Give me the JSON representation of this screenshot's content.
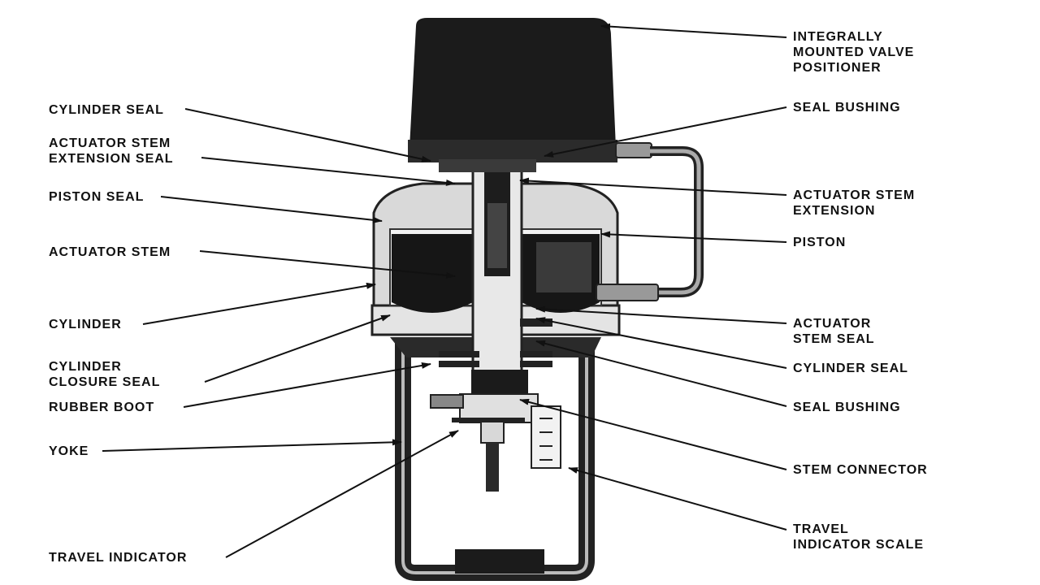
{
  "colors": {
    "ink": "#111111",
    "body": "#1b1b1b",
    "background": "#ffffff"
  },
  "labels": {
    "integrally_mounted_valve_positioner": [
      "INTEGRALLY",
      "MOUNTED VALVE",
      "POSITIONER"
    ],
    "seal_bushing_top": [
      "SEAL BUSHING"
    ],
    "actuator_stem_extension": [
      "ACTUATOR STEM",
      "EXTENSION"
    ],
    "piston": [
      "PISTON"
    ],
    "actuator_stem_seal": [
      "ACTUATOR",
      "STEM SEAL"
    ],
    "cylinder_seal_right": [
      "CYLINDER SEAL"
    ],
    "seal_bushing_bottom": [
      "SEAL BUSHING"
    ],
    "stem_connector": [
      "STEM CONNECTOR"
    ],
    "travel_indicator_scale": [
      "TRAVEL",
      "INDICATOR SCALE"
    ],
    "cylinder_seal_left": [
      "CYLINDER SEAL"
    ],
    "actuator_stem_extension_seal": [
      "ACTUATOR STEM",
      "EXTENSION SEAL"
    ],
    "piston_seal": [
      "PISTON SEAL"
    ],
    "actuator_stem": [
      "ACTUATOR STEM"
    ],
    "cylinder": [
      "CYLINDER"
    ],
    "cylinder_closure_seal": [
      "CYLINDER",
      "CLOSURE SEAL"
    ],
    "rubber_boot": [
      "RUBBER BOOT"
    ],
    "yoke": [
      "YOKE"
    ],
    "travel_indicator": [
      "TRAVEL INDICATOR"
    ]
  }
}
